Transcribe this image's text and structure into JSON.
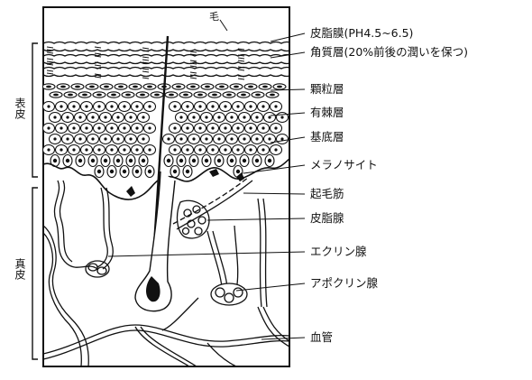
{
  "figure": {
    "hair_label": "毛",
    "region_labels": {
      "epidermis": "表皮",
      "dermis": "真皮"
    },
    "callouts": [
      {
        "id": "sebum-film",
        "text": "皮脂膜(PH4.5~6.5)"
      },
      {
        "id": "stratum-corneum",
        "text": "角質層(20%前後の潤いを保つ)"
      },
      {
        "id": "stratum-granulosum",
        "text": "顆粒層"
      },
      {
        "id": "stratum-spinosum",
        "text": "有棘層"
      },
      {
        "id": "stratum-basale",
        "text": "基底層"
      },
      {
        "id": "melanocyte",
        "text": "メラノサイト"
      },
      {
        "id": "arrector-pili",
        "text": "起毛筋"
      },
      {
        "id": "sebaceous-gland",
        "text": "皮脂腺"
      },
      {
        "id": "eccrine-gland",
        "text": "エクリン腺"
      },
      {
        "id": "apocrine-gland",
        "text": "アポクリン腺"
      },
      {
        "id": "blood-vessel",
        "text": "血管"
      }
    ]
  }
}
